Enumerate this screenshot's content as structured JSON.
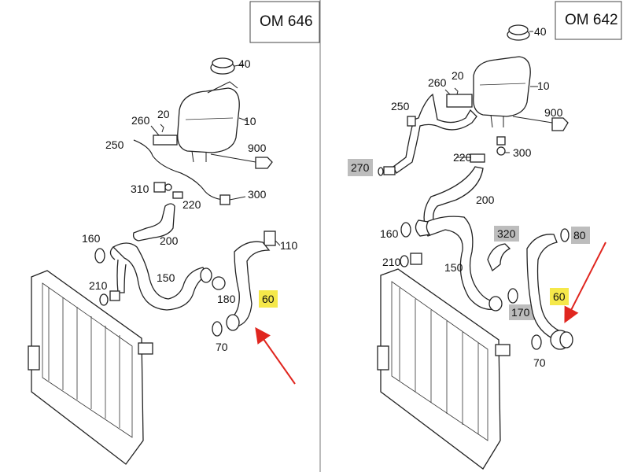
{
  "panels": [
    {
      "title": "OM 646",
      "labels": {
        "p40": "40",
        "p10": "10",
        "p20": "20",
        "p260": "260",
        "p250": "250",
        "p900": "900",
        "p310": "310",
        "p220": "220",
        "p300": "300",
        "p160": "160",
        "p200": "200",
        "p110": "110",
        "p210": "210",
        "p150": "150",
        "p180": "180",
        "p60": "60",
        "p70": "70"
      }
    },
    {
      "title": "OM 642",
      "labels": {
        "p40": "40",
        "p260": "260",
        "p20": "20",
        "p10": "10",
        "p250": "250",
        "p900": "900",
        "p220": "220",
        "p300": "300",
        "p270": "270",
        "p200": "200",
        "p160": "160",
        "p320": "320",
        "p80": "80",
        "p210": "210",
        "p150": "150",
        "p60": "60",
        "p170": "170",
        "p70": "70"
      }
    }
  ],
  "colors": {
    "highlight_yellow": "#f5e84a",
    "highlight_gray": "#bdbdbd",
    "arrow_red": "#e0261f"
  }
}
